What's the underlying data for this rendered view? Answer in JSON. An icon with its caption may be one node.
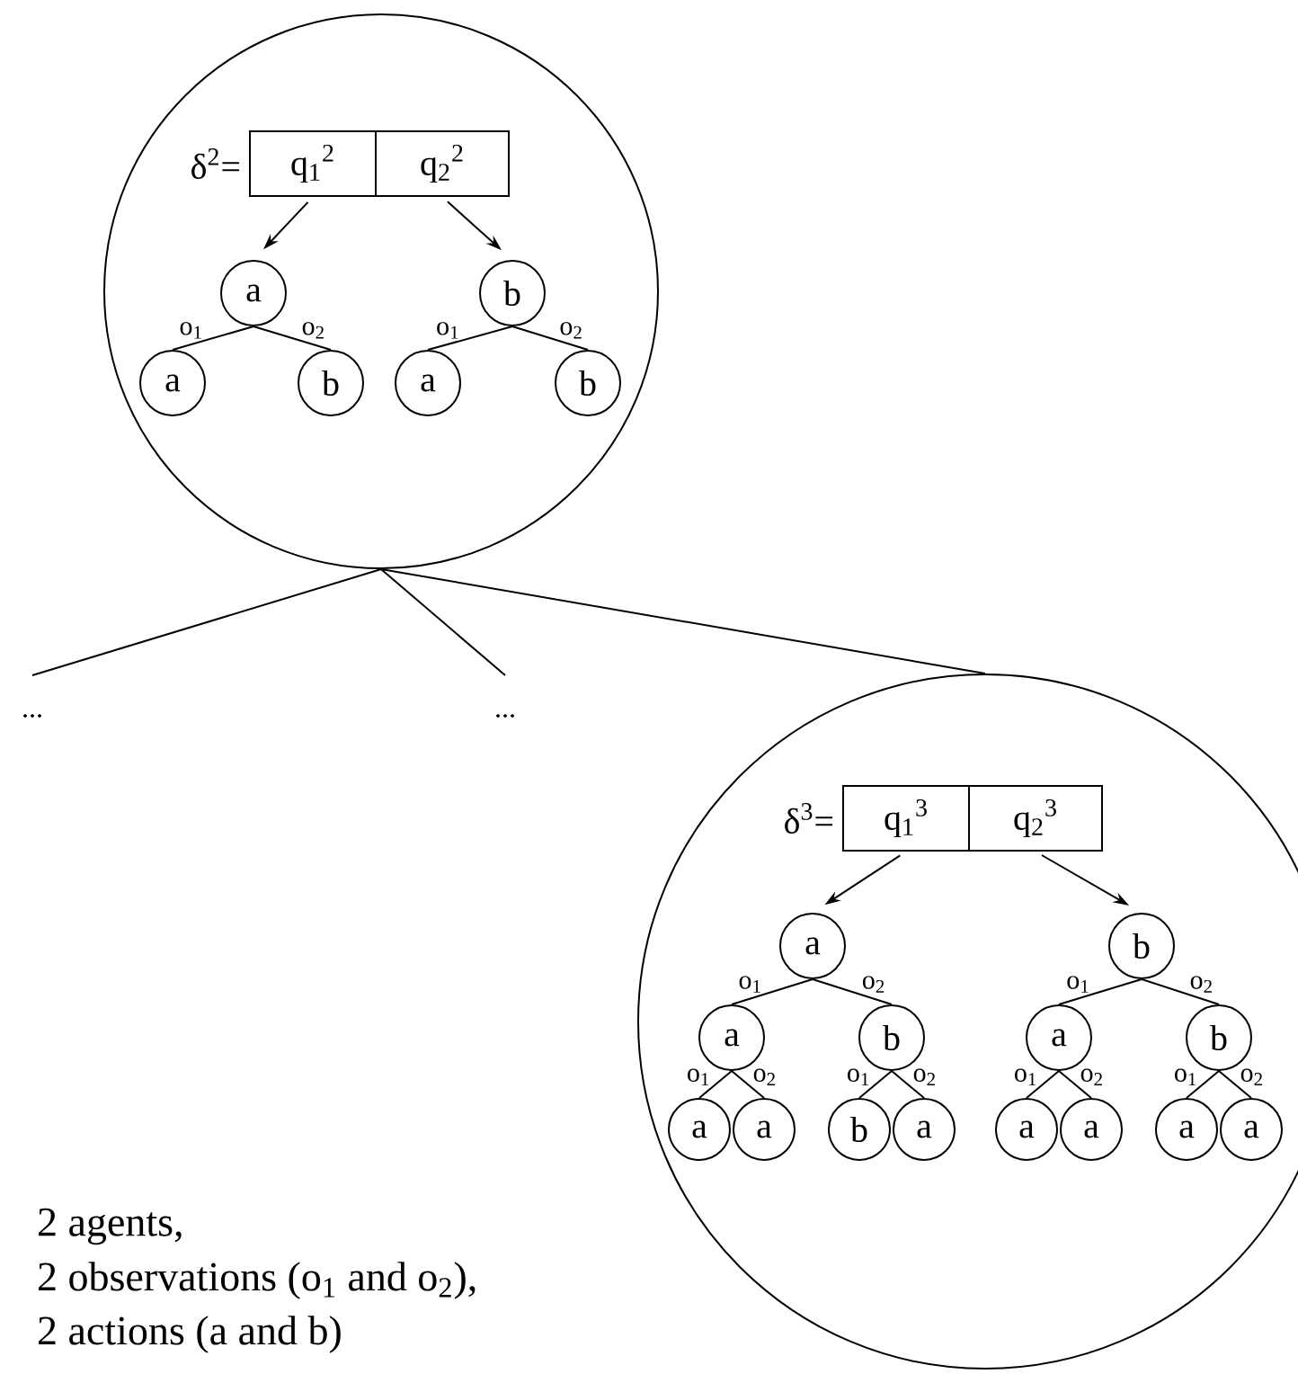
{
  "diagram": {
    "nodes": [
      {
        "text": [],
        "shape": "circle"
      },
      {
        "text": [],
        "shape": "box",
        "in": 0,
        "beside": [
          "δ$^{2}$="
        ]
      },
      {
        "text": [
          "q$_{1}$$^{2}$"
        ],
        "in": 1
      },
      {
        "text": [
          "q$_{2}$$^{2}$"
        ],
        "in": 1
      },
      {
        "text": [
          "a"
        ],
        "in": 0
      },
      {
        "text": [
          "b"
        ],
        "in": 0
      },
      {
        "text": [
          "a"
        ],
        "in": 0
      },
      {
        "text": [
          "b"
        ],
        "in": 0
      },
      {
        "text": [
          "a"
        ],
        "in": 0
      },
      {
        "text": [
          "b"
        ],
        "in": 0
      },
      {
        "text": [
          "..."
        ]
      },
      {
        "text": [
          "..."
        ]
      },
      {
        "text": [],
        "shape": "circle"
      },
      {
        "text": [],
        "shape": "box",
        "in": 12,
        "beside": [
          "δ$^{3}$="
        ]
      },
      {
        "text": [
          "q$_{1}$$^{3}$"
        ],
        "in": 13
      },
      {
        "text": [
          "q$_{2}$$^{3}$"
        ],
        "in": 13
      },
      {
        "text": [
          "a"
        ],
        "in": 12
      },
      {
        "text": [
          "b"
        ],
        "in": 12
      },
      {
        "text": [
          "a"
        ],
        "in": 12
      },
      {
        "text": [
          "b"
        ],
        "in": 12
      },
      {
        "text": [
          "a"
        ],
        "in": 12
      },
      {
        "text": [
          "b"
        ],
        "in": 12
      },
      {
        "text": [
          "a"
        ],
        "in": 12
      },
      {
        "text": [
          "a"
        ],
        "in": 12
      },
      {
        "text": [
          "b"
        ],
        "in": 12
      },
      {
        "text": [
          "a"
        ],
        "in": 12
      },
      {
        "text": [
          "a"
        ],
        "in": 12
      },
      {
        "text": [
          "a"
        ],
        "in": 12
      },
      {
        "text": [
          "a"
        ],
        "in": 12
      },
      {
        "text": [
          "a"
        ],
        "in": 12
      }
    ],
    "edges": [
      {
        "from": 2,
        "to": 4,
        "arrow": "to"
      },
      {
        "from": 3,
        "to": 5,
        "arrow": "to"
      },
      {
        "from": 4,
        "to": 6,
        "arrow": "none",
        "label": "o$_{1}$"
      },
      {
        "from": 4,
        "to": 7,
        "arrow": "none",
        "label": "o$_{2}$"
      },
      {
        "from": 5,
        "to": 8,
        "arrow": "none",
        "label": "o$_{1}$"
      },
      {
        "from": 5,
        "to": 9,
        "arrow": "none",
        "label": "o$_{2}$"
      },
      {
        "from": 0,
        "to": 10,
        "arrow": "none"
      },
      {
        "from": 0,
        "to": 11,
        "arrow": "none"
      },
      {
        "from": 0,
        "to": 12,
        "arrow": "none"
      },
      {
        "from": 14,
        "to": 16,
        "arrow": "to"
      },
      {
        "from": 15,
        "to": 17,
        "arrow": "to"
      },
      {
        "from": 16,
        "to": 18,
        "arrow": "none",
        "label": "o$_{1}$"
      },
      {
        "from": 16,
        "to": 19,
        "arrow": "none",
        "label": "o$_{2}$"
      },
      {
        "from": 17,
        "to": 20,
        "arrow": "none",
        "label": "o$_{1}$"
      },
      {
        "from": 17,
        "to": 21,
        "arrow": "none",
        "label": "o$_{2}$"
      },
      {
        "from": 18,
        "to": 22,
        "arrow": "none",
        "label": "o$_{1}$"
      },
      {
        "from": 18,
        "to": 23,
        "arrow": "none",
        "label": "o$_{2}$"
      },
      {
        "from": 19,
        "to": 24,
        "arrow": "none",
        "label": "o$_{1}$"
      },
      {
        "from": 19,
        "to": 25,
        "arrow": "none",
        "label": "o$_{2}$"
      },
      {
        "from": 20,
        "to": 26,
        "arrow": "none",
        "label": "o$_{1}$"
      },
      {
        "from": 20,
        "to": 27,
        "arrow": "none",
        "label": "o$_{2}$"
      },
      {
        "from": 21,
        "to": 28,
        "arrow": "none",
        "label": "o$_{1}$"
      },
      {
        "from": 21,
        "to": 29,
        "arrow": "none",
        "label": "o$_{2}$"
      }
    ],
    "labels": [
      "2 agents,",
      "2 observations (o$_{1}$ and o$_{2}$),",
      "2 actions (a and b)"
    ]
  }
}
